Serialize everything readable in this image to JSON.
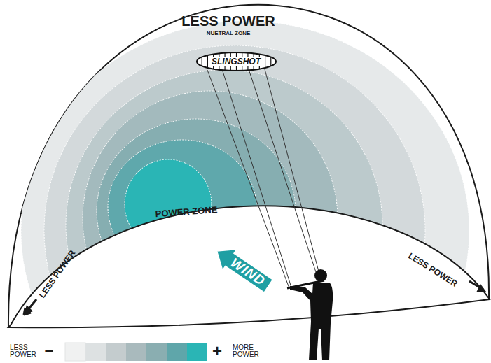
{
  "diagram": {
    "nodes": [
      {
        "text": [
          "SLINGSHOT"
        ]
      },
      {
        "text": [
          "WIND"
        ]
      }
    ],
    "labels": [
      "LESS POWER",
      "NUETRAL ZONE",
      "POWER ZONE",
      "LESS POWER",
      "LESS POWER",
      "−",
      "+"
    ],
    "legend": [
      {
        "text": "LESS POWER",
        "color": "#f0f1f1"
      },
      {
        "text": "MORE POWER",
        "color": "#2ab5b5"
      }
    ]
  }
}
